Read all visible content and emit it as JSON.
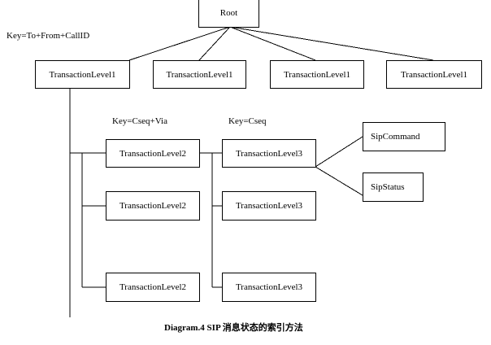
{
  "diagram": {
    "caption": "Diagram.4 SIP 消息状态的索引方法",
    "stroke_color": "#000000",
    "background_color": "#ffffff",
    "nodes": {
      "root": "Root",
      "level1_a": "TransactionLevel1",
      "level1_b": "TransactionLevel1",
      "level1_c": "TransactionLevel1",
      "level1_d": "TransactionLevel1",
      "level2_a": "TransactionLevel2",
      "level2_b": "TransactionLevel2",
      "level2_c": "TransactionLevel2",
      "level3_a": "TransactionLevel3",
      "level3_b": "TransactionLevel3",
      "level3_c": "TransactionLevel3",
      "sip_command": "SipCommand",
      "sip_status": "SipStatus"
    },
    "key_labels": {
      "level1": "Key=To+From+CallID",
      "level2": "Key=Cseq+Via",
      "level3": "Key=Cseq"
    }
  }
}
